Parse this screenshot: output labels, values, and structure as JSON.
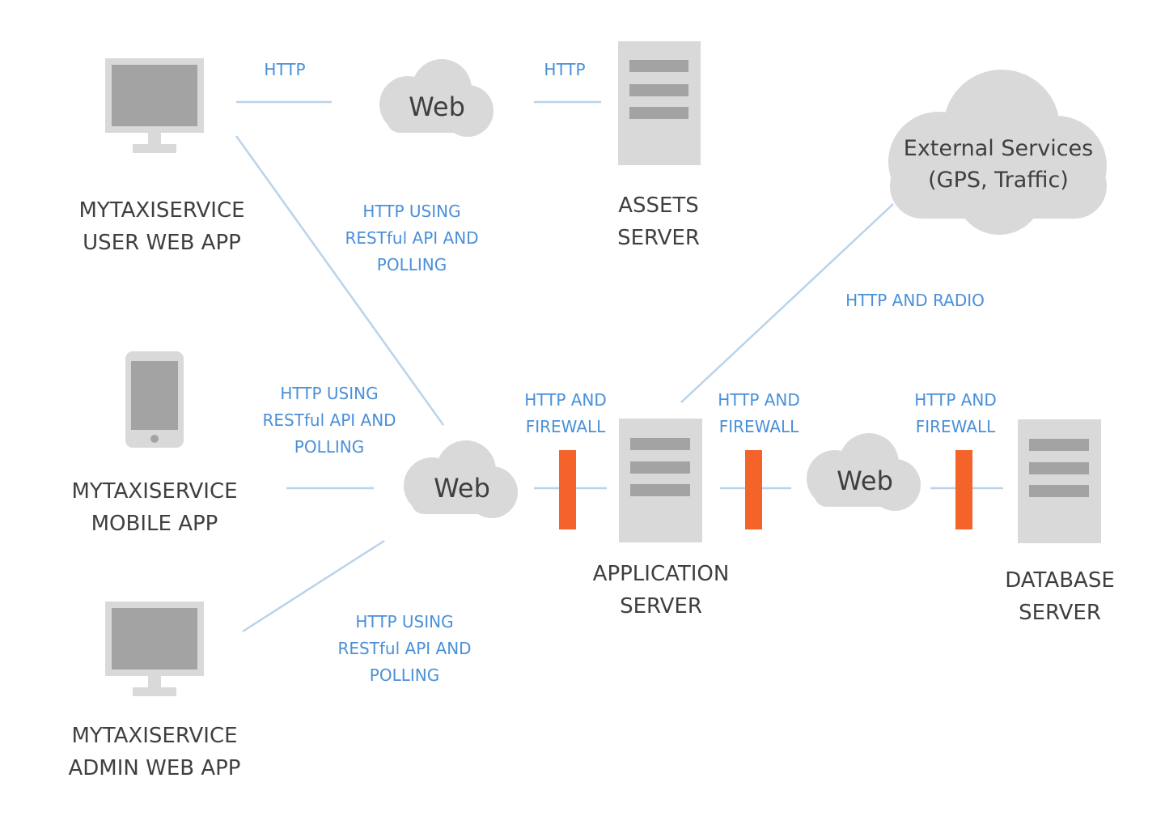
{
  "nodes": {
    "user_app": {
      "line1": "MYTAXISERVICE",
      "line2": "USER WEB APP",
      "icon": "desktop-monitor"
    },
    "mobile_app": {
      "line1": "MYTAXISERVICE",
      "line2": "MOBILE APP",
      "icon": "smartphone"
    },
    "admin_app": {
      "line1": "MYTAXISERVICE",
      "line2": "ADMIN WEB APP",
      "icon": "desktop-monitor"
    },
    "assets_server": {
      "line1": "ASSETS",
      "line2": "SERVER",
      "icon": "server-rack"
    },
    "application_server": {
      "line1": "APPLICATION",
      "line2": "SERVER",
      "icon": "server-rack"
    },
    "database_server": {
      "line1": "DATABASE",
      "line2": "SERVER",
      "icon": "server-rack"
    },
    "external_services": {
      "line1": "External Services",
      "line2": "(GPS, Traffic)",
      "icon": "cloud"
    },
    "web_top": {
      "label": "Web",
      "icon": "cloud"
    },
    "web_mid": {
      "label": "Web",
      "icon": "cloud"
    },
    "web_right": {
      "label": "Web",
      "icon": "cloud"
    }
  },
  "edges": {
    "user_to_web": {
      "line1": "HTTP"
    },
    "web_to_assets": {
      "line1": "HTTP"
    },
    "user_to_web_mid": {
      "line1": "HTTP USING",
      "line2": "RESTful API AND",
      "line3": "POLLING"
    },
    "mobile_to_web_mid": {
      "line1": "HTTP USING",
      "line2": "RESTful API AND",
      "line3": "POLLING"
    },
    "admin_to_web_mid": {
      "line1": "HTTP USING",
      "line2": "RESTful API AND",
      "line3": "POLLING"
    },
    "app_to_external": {
      "line1": "HTTP AND RADIO"
    },
    "web_mid_to_app": {
      "line1": "HTTP AND",
      "line2": "FIREWALL"
    },
    "app_to_web_right": {
      "line1": "HTTP AND",
      "line2": "FIREWALL"
    },
    "web_right_to_db": {
      "line1": "HTTP AND",
      "line2": "FIREWALL"
    }
  },
  "colors": {
    "edge_line": "#b9d3ec",
    "edge_label": "#4a90d9",
    "node_label": "#3f3f3f",
    "device_gray": "#d9d9d9",
    "screen_gray": "#a3a3a3",
    "firewall": "#f4632a"
  }
}
